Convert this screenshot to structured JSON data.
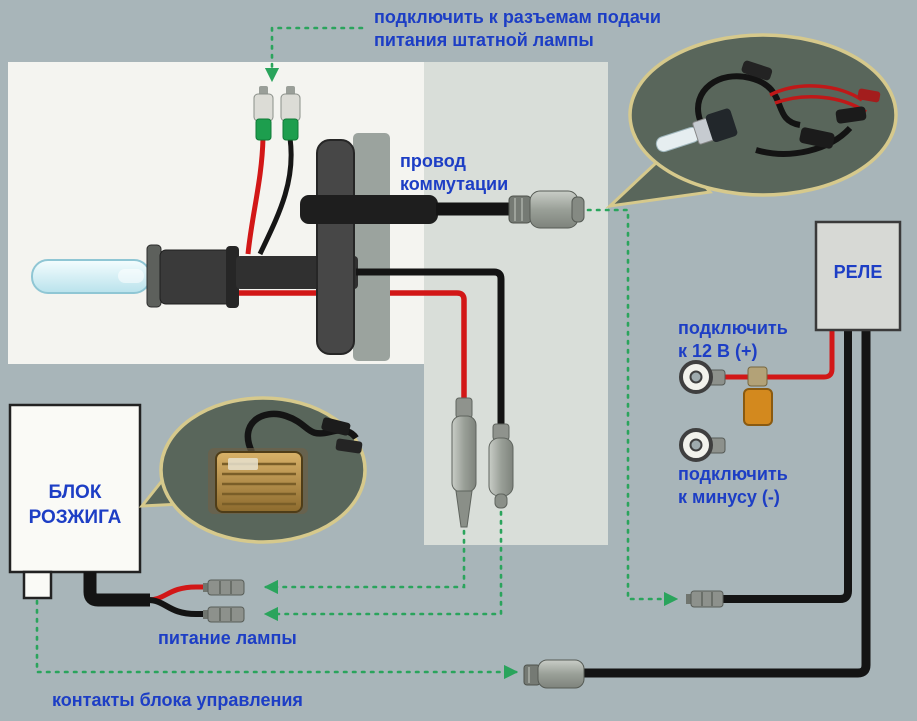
{
  "labels": {
    "top_note": {
      "line1": "подключить к разъемам подачи",
      "line2": "питания штатной лампы"
    },
    "commutation": {
      "line1": "провод",
      "line2": "коммутации"
    },
    "relay": "РЕЛЕ",
    "plus12": {
      "line1": "подключить",
      "line2": "к 12 В (+)"
    },
    "minus": {
      "line1": "подключить",
      "line2": "к минусу (-)"
    },
    "ignition": {
      "line1": "БЛОК",
      "line2": "РОЗЖИГА"
    },
    "lamp_power": "питание лампы",
    "control_contacts": "контакты блока управления"
  },
  "colors": {
    "background": "#a8b5b9",
    "white_panel": "#f4f4f0",
    "gray_column": "#d9ded9",
    "label_blue": "#1d3ec5",
    "guide_green": "#2aa45c",
    "wire_red": "#d21717",
    "wire_black": "#141414",
    "callout_fill": "#59665b",
    "callout_border": "#d6c98c",
    "relay_fill": "#d7d9d5",
    "fuse_orange": "#d3891e",
    "terminal_green": "#1d9e4e",
    "bulb_glass": "#cdeaf2"
  }
}
